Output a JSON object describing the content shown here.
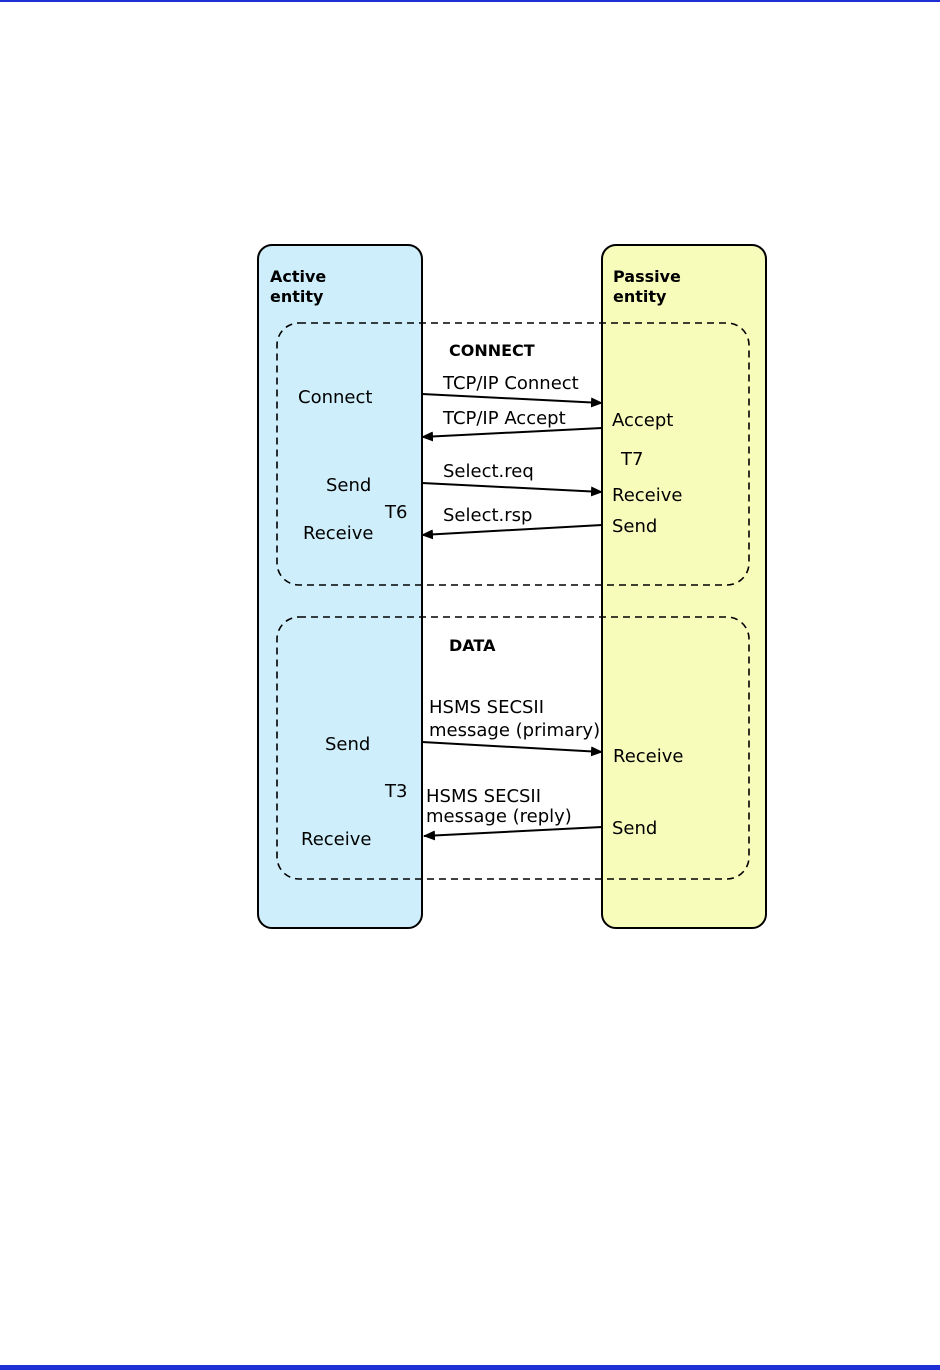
{
  "lanes": {
    "active": {
      "line1": "Active",
      "line2": "entity",
      "color": "#cdeefa"
    },
    "passive": {
      "line1": "Passive",
      "line2": "entity",
      "color": "#f7fcba"
    }
  },
  "connect": {
    "title": "CONNECT",
    "active_connect": "Connect",
    "active_send": "Send",
    "active_receive": "Receive",
    "timer_t6": "T6",
    "passive_accept": "Accept",
    "timer_t7": "T7",
    "passive_receive": "Receive",
    "passive_send": "Send",
    "msg_tcp_connect": "TCP/IP Connect",
    "msg_tcp_accept": "TCP/IP Accept",
    "msg_select_req": "Select.req",
    "msg_select_rsp": "Select.rsp"
  },
  "data": {
    "title": "DATA",
    "active_send": "Send",
    "timer_t3": "T3",
    "active_receive": "Receive",
    "passive_receive": "Receive",
    "passive_send": "Send",
    "msg_primary_line1": "HSMS SECSII",
    "msg_primary_line2": "message (primary)",
    "msg_reply_line1": "HSMS SECSII",
    "msg_reply_line2": "message (reply)"
  },
  "colors": {
    "rule": "#1f2fd6",
    "stroke": "#000000"
  }
}
